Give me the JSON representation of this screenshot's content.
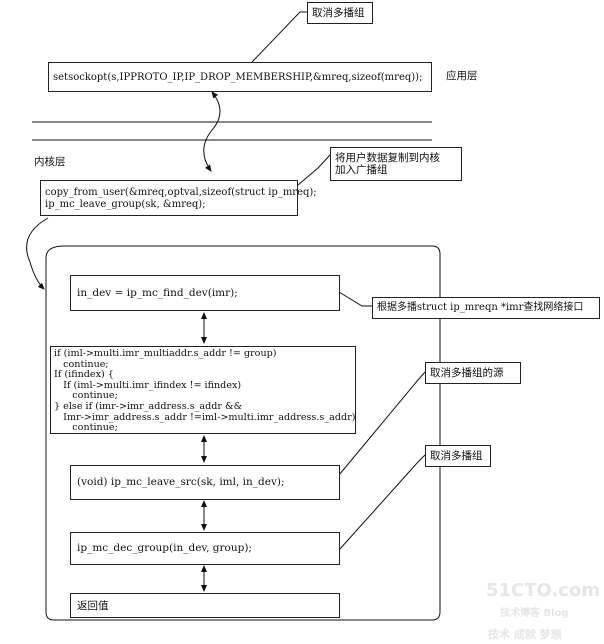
{
  "app": {
    "user_layer_label": "应用层",
    "kernel_layer_label": "内核层"
  },
  "callouts": {
    "cancel_multicast": "取消多播组",
    "copy_to_kernel": "将用户数据复制到内核\n加入广播组",
    "find_interface": "根据多播struct ip_mreqn *imr查找网络接口",
    "cancel_source": "取消多播组的源",
    "cancel_multicast_2": "取消多播组"
  },
  "boxes": {
    "setsockopt": "setsockopt(s,IPPROTO_IP,IP_DROP_MEMBERSHIP,&mreq,sizeof(mreq));",
    "copy_from_user": "copy_from_user(&mreq,optval,sizeof(struct ip_mreq);\nip_mc_leave_group(sk, &mreq);",
    "find_dev": "in_dev = ip_mc_find_dev(imr);",
    "if_block": "if (iml->multi.imr_multiaddr.s_addr != group)\n   continue;\nIf (ifindex) {\n   If (iml->multi.imr_ifindex != ifindex)\n      continue;\n} else if (imr->imr_address.s_addr &&\n   Imr->imr_address.s_addr !=iml->multi.imr_address.s_addr)\n      continue;",
    "leave_src": "(void) ip_mc_leave_src(sk, iml, in_dev);",
    "dec_group": "ip_mc_dec_group(in_dev, group);",
    "return_value": "返回值"
  },
  "watermark": {
    "site": "51CTO.com",
    "sub": "技术博客 Blog",
    "slogan": "技术 成就 梦想"
  }
}
